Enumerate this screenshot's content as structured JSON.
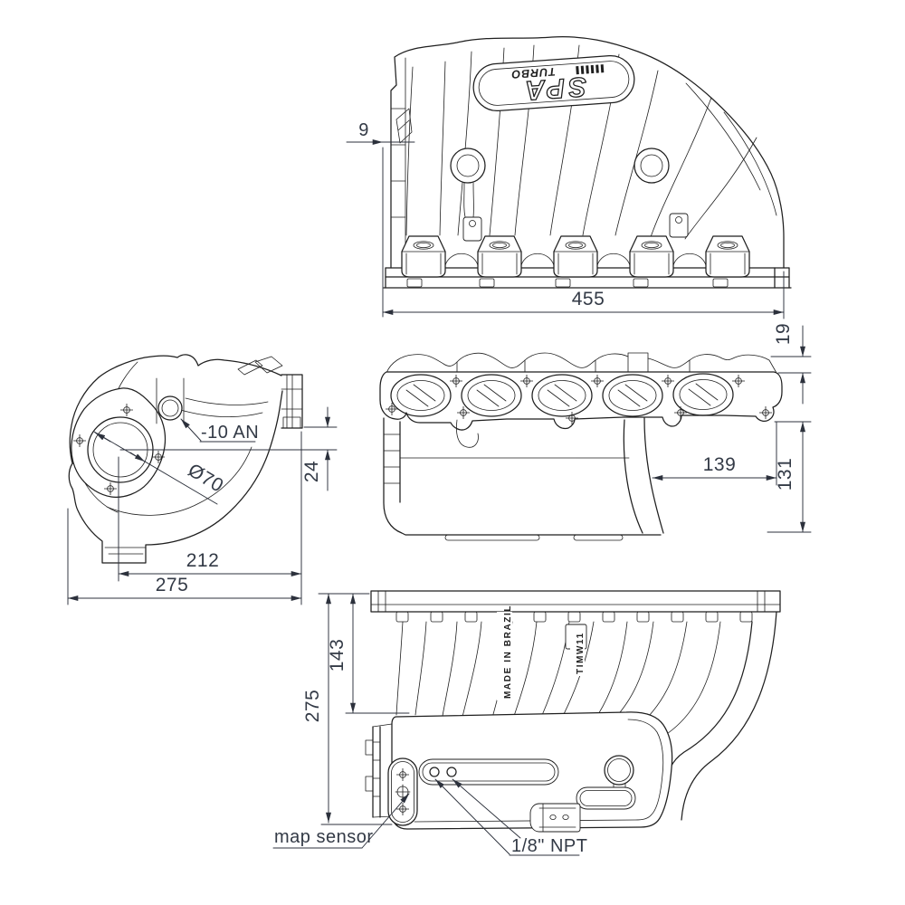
{
  "drawing": {
    "type": "technical-drawing",
    "subject": "intake manifold - three orthographic views",
    "colors": {
      "line": "#1f1f1f",
      "dimension_text": "#333a46",
      "background": "#ffffff"
    },
    "logo": {
      "brand": "SPA",
      "sub": "TURBO"
    },
    "cast_text": {
      "origin": "MADE IN BRAZIL",
      "code": "TIMW11"
    },
    "side_view": {
      "dims": {
        "overall_width": "455",
        "rail_offset": "9"
      }
    },
    "front_view": {
      "dims": {
        "flange_step": "19",
        "runner_to_flange_end": "139",
        "body_height": "131"
      }
    },
    "end_view": {
      "dims": {
        "overall_depth": "275",
        "center_depth": "212",
        "throttle_drop": "24"
      },
      "labels": {
        "fitting": "-10 AN",
        "throttle_diameter": "Ø70"
      }
    },
    "bottom_view": {
      "dims": {
        "overall_height": "275",
        "plenum_height": "143"
      },
      "labels": {
        "map_sensor": "map sensor",
        "npt_ports": "1/8\" NPT"
      }
    }
  }
}
